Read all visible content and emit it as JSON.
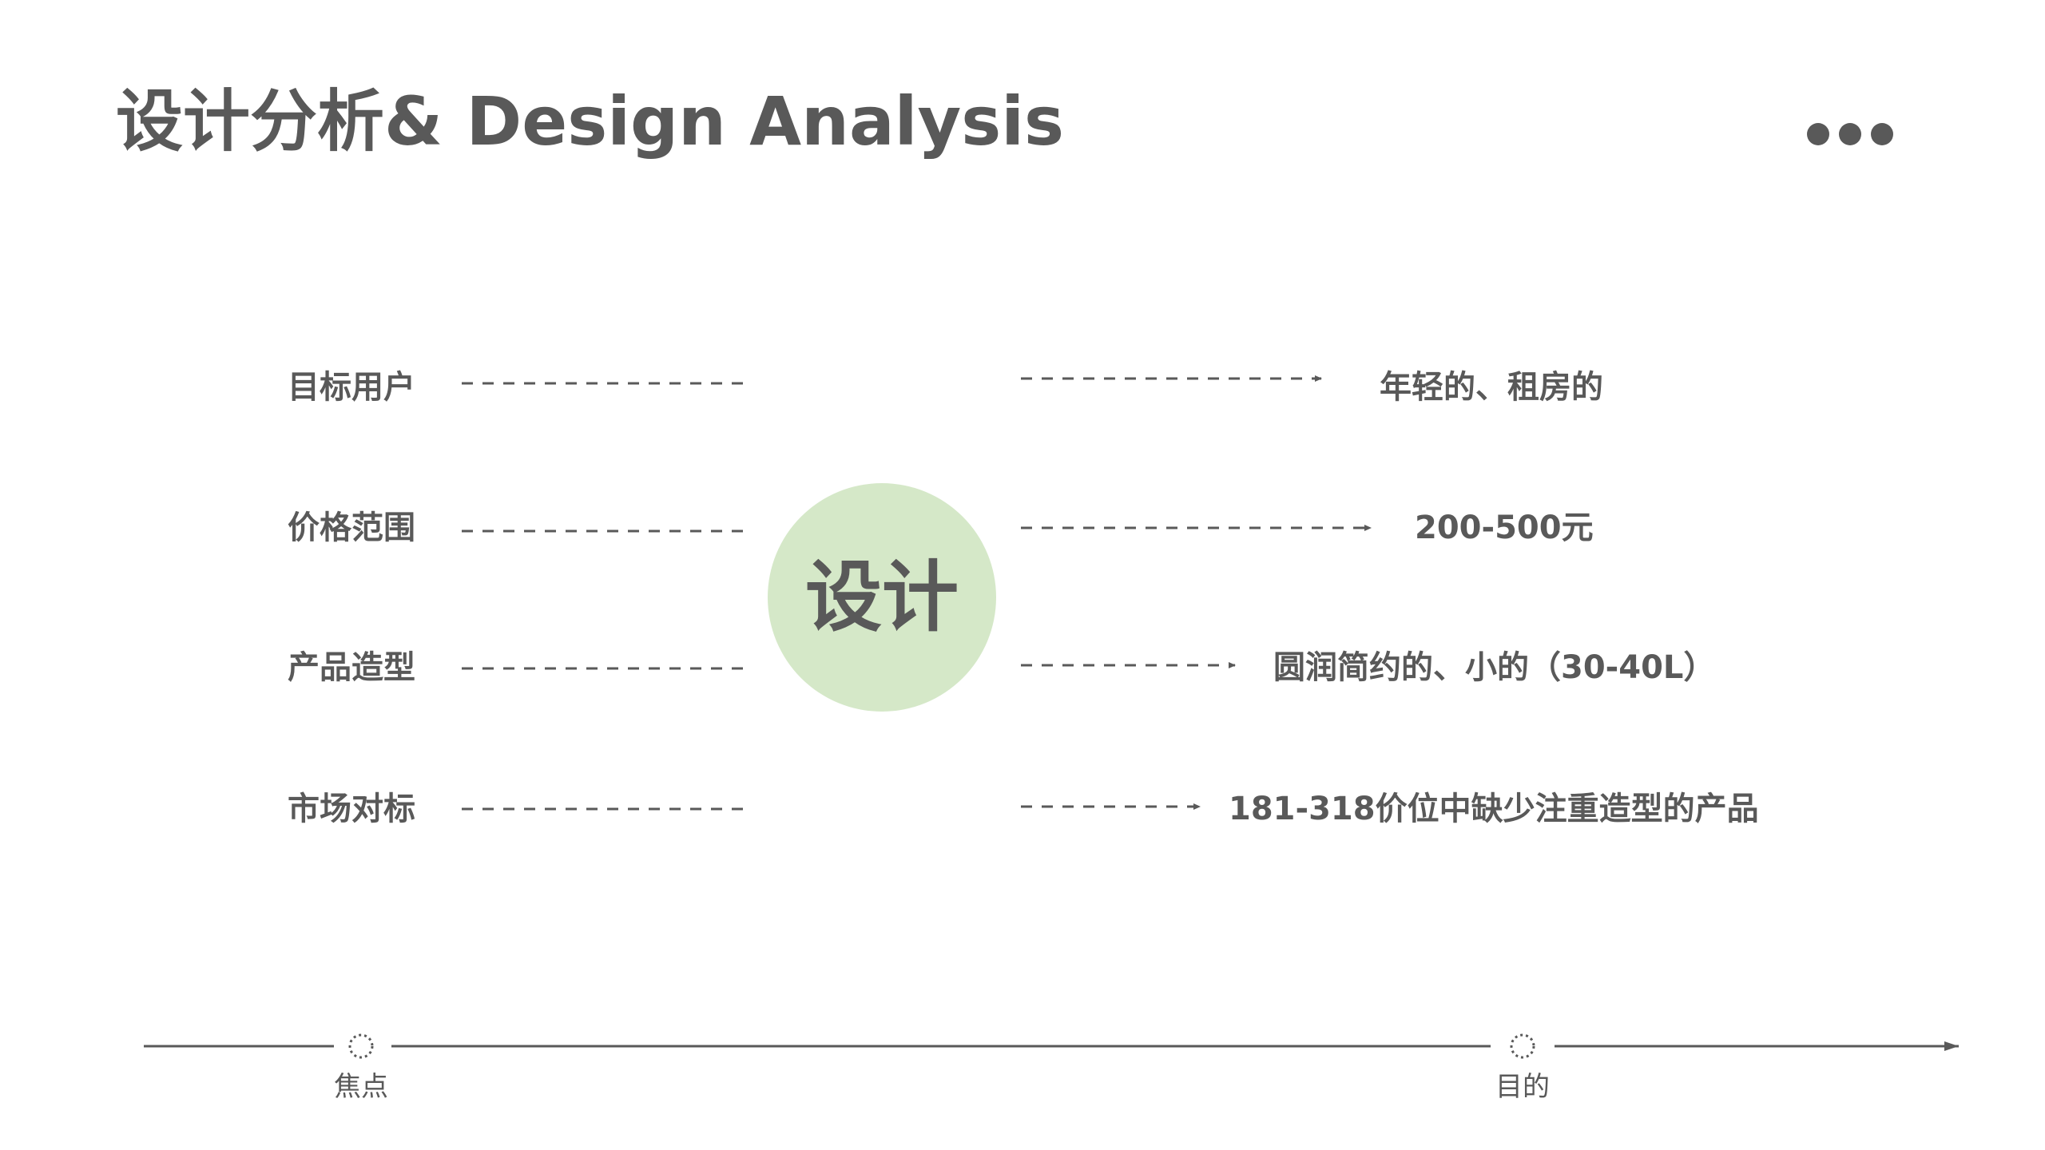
{
  "header": {
    "title": "设计分析& Design Analysis",
    "more_icon": "more-dots-icon"
  },
  "center": {
    "label": "设计",
    "color": "#d5e8c8"
  },
  "rows": [
    {
      "left": "目标用户",
      "right": "年轻的、租房的"
    },
    {
      "left": "价格范围",
      "right": "200-500元"
    },
    {
      "left": "产品造型",
      "right": "圆润简约的、小的（30-40L）"
    },
    {
      "left": "市场对标",
      "right": "181-318价位中缺少注重造型的产品"
    }
  ],
  "axis": {
    "start_label": "焦点",
    "end_label": "目的",
    "marker_icon": "dotted-circle-icon"
  },
  "colors": {
    "text": "#595959",
    "accent": "#d5e8c8"
  }
}
